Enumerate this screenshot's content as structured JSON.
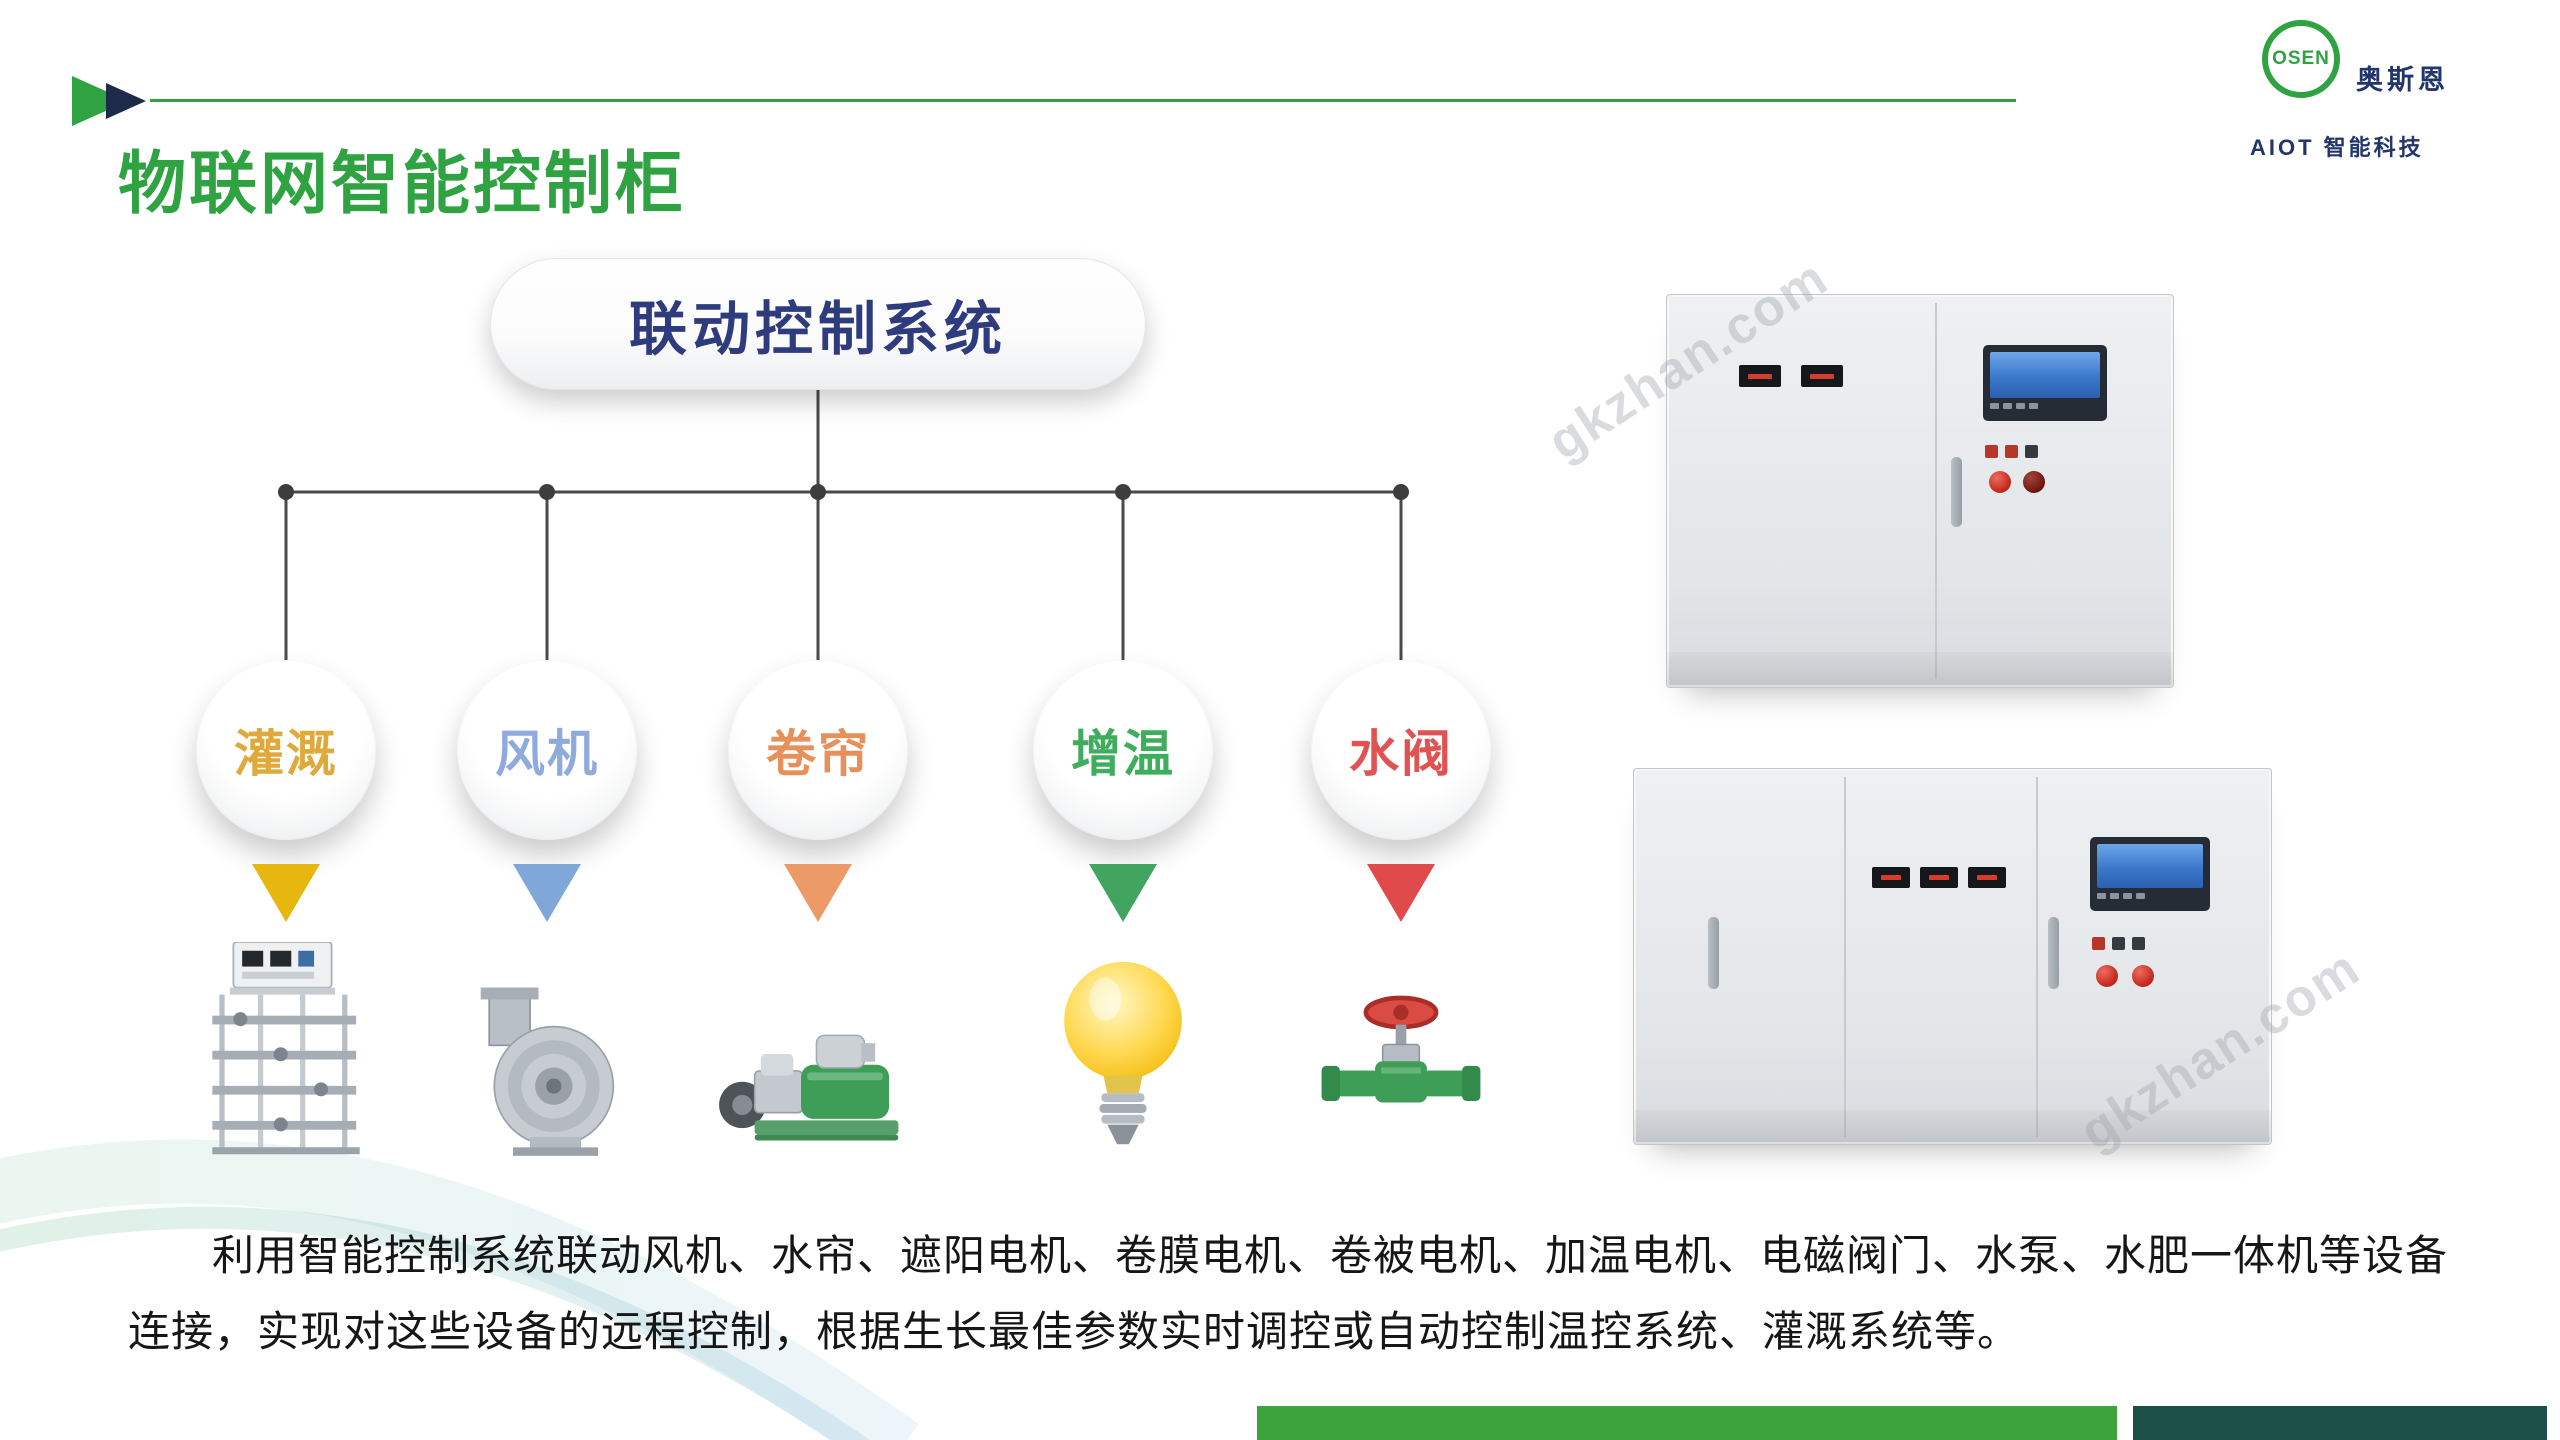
{
  "slide": {
    "title": "物联网智能控制柜",
    "logo": {
      "brand": "OSEN",
      "name": "奥斯恩",
      "subtitle": "AIOT 智能科技"
    },
    "diagram": {
      "root_label": "联动控制系统",
      "nodes": [
        {
          "label": "灌溉",
          "color": "#DFA93B",
          "marker_color": "#E6B70F",
          "device": "irrigation-fertilizer-machine"
        },
        {
          "label": "风机",
          "color": "#8FAADC",
          "marker_color": "#7FA8D9",
          "device": "centrifugal-fan-blower"
        },
        {
          "label": "卷帘",
          "color": "#E8905A",
          "marker_color": "#EC9A68",
          "device": "roller-shutter-motor"
        },
        {
          "label": "增温",
          "color": "#3FAE5C",
          "marker_color": "#41A45F",
          "device": "heating-lamp-bulb"
        },
        {
          "label": "水阀",
          "color": "#E05353",
          "marker_color": "#E04A4A",
          "device": "water-valve"
        }
      ]
    },
    "body_text": "利用智能控制系统联动风机、水帘、遮阳电机、卷膜电机、卷被电机、加温电机、电磁阀门、水泵、水肥一体机等设备连接，实现对这些设备的远程控制，根据生长最佳参数实时调控或自动控制温控系统、灌溉系统等。",
    "watermark": "gkzhan.com",
    "colors": {
      "accent_green": "#2FA342",
      "root_text_navy": "#2E3C7D",
      "footer_green": "#3BA43B",
      "footer_dark": "#1C4F47"
    }
  }
}
